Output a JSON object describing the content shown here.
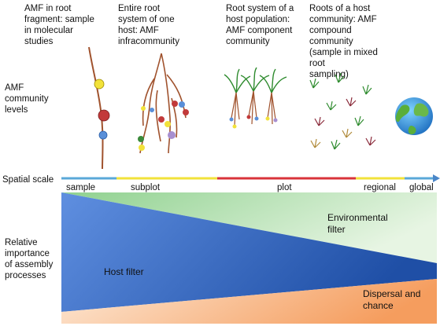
{
  "columns": [
    {
      "text": "AMF in root\nfragment: sample\nin molecular\nstudies"
    },
    {
      "text": "Entire root\nsystem of one\nhost: AMF\ninfracommunity"
    },
    {
      "text": "Root system of a\nhost population:\nAMF component\ncommunity"
    },
    {
      "text": "Roots of a host\ncommunity: AMF\ncompound community\n(sample in mixed root\nsampling)"
    }
  ],
  "levels_label": "AMF\ncommunity\nlevels",
  "scale_label": "Spatial scale",
  "scale_ticks": [
    "sample",
    "subplot",
    "plot",
    "regional",
    "global"
  ],
  "process_label": "Relative\nimportance\nof assembly\nprocesses",
  "processes": {
    "environmental": "Environmental\nfilter",
    "host": "Host filter",
    "dispersal": "Dispersal and\nchance"
  },
  "colors": {
    "scale_sample": "#5aa8d8",
    "scale_subplot": "#f2e23a",
    "scale_plot": "#d9333a",
    "scale_regional": "#f2e23a",
    "scale_global": "#5aa8d8",
    "root_stem": "#a0522d",
    "env_green": "#9ed79e",
    "host_blue": "#3a6fc8",
    "dispersal_orange": "#f7a86e"
  }
}
